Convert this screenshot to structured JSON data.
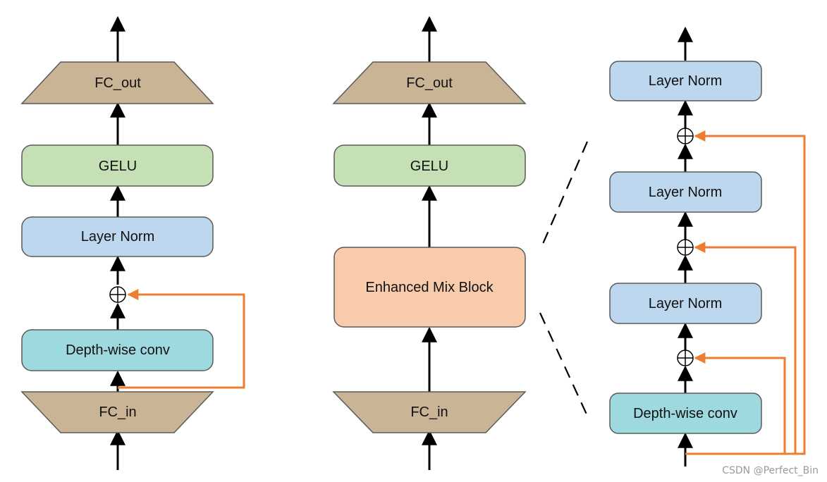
{
  "columns": [
    {
      "name": "left",
      "blocks": {
        "fc_out": "FC_out",
        "gelu": "GELU",
        "layer_norm": "Layer Norm",
        "depthwise_conv": "Depth-wise conv",
        "fc_in": "FC_in"
      }
    },
    {
      "name": "middle",
      "blocks": {
        "fc_out": "FC_out",
        "gelu": "GELU",
        "enhanced_mix_block": "Enhanced Mix Block",
        "fc_in": "FC_in"
      }
    },
    {
      "name": "right",
      "blocks": {
        "layer_norm_top": "Layer Norm",
        "layer_norm_mid": "Layer Norm",
        "layer_norm_low": "Layer Norm",
        "depthwise_conv": "Depth-wise conv"
      }
    }
  ],
  "add_symbol": "⊕",
  "watermark": "CSDN @Perfect_Bin",
  "colors": {
    "trapezoid": "#c9b596",
    "gelu": "#c5e0b4",
    "layer_norm": "#bdd7ee",
    "depthwise": "#9ed9e0",
    "enhanced": "#f8cbad",
    "residual": "#ed7d31",
    "stroke": "#5a5a5a",
    "arrow": "#000000"
  }
}
